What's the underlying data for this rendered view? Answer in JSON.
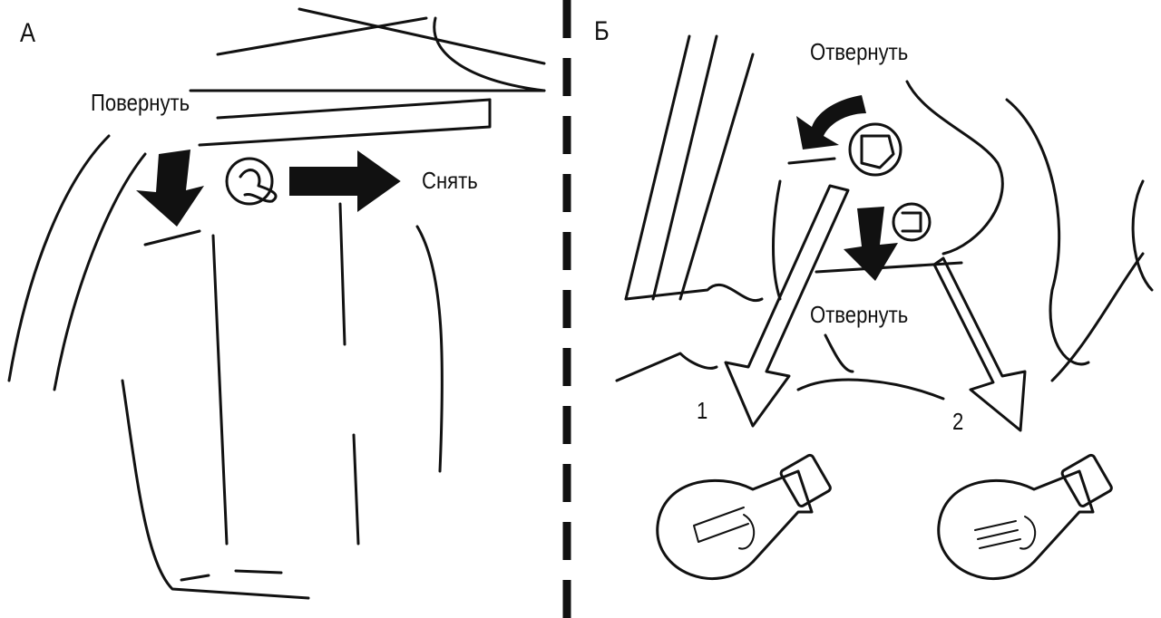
{
  "panel_a": {
    "letter": "А",
    "turn_label": "Повернуть",
    "remove_label": "Снять"
  },
  "panel_b": {
    "letter": "Б",
    "unscrew_top_label": "Отвернуть",
    "unscrew_bottom_label": "Отвернуть",
    "bulb_1_label": "1",
    "bulb_2_label": "2"
  }
}
